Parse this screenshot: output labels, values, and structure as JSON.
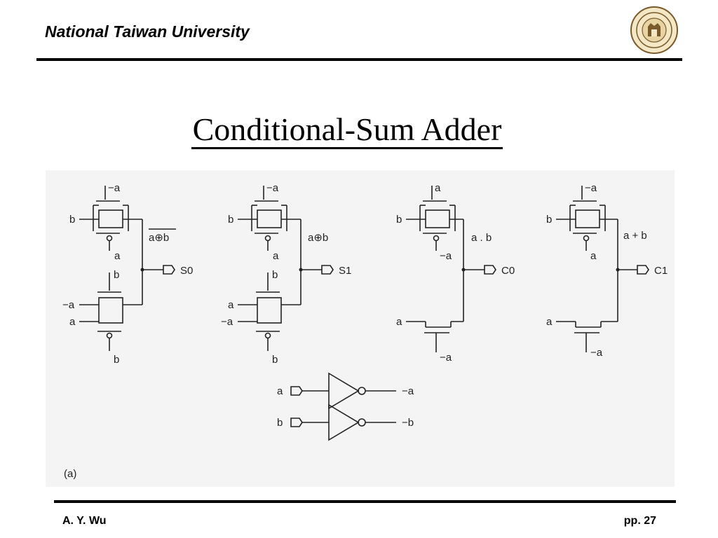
{
  "header": {
    "institution": "National Taiwan University"
  },
  "title": "Conditional-Sum Adder",
  "figure": {
    "panel_label": "(a)",
    "circuits": [
      {
        "top_gate": "−a",
        "left_in": "b",
        "bottom_gate": "a",
        "mid_gate": "b",
        "in1": "−a",
        "in2": "a",
        "bot": "b",
        "expr": "a⊕b",
        "output": "S0",
        "expr_overline": true
      },
      {
        "top_gate": "−a",
        "left_in": "b",
        "bottom_gate": "a",
        "mid_gate": "b",
        "in1": "a",
        "in2": "−a",
        "bot": "b",
        "expr": "a⊕b",
        "output": "S1",
        "expr_overline": false
      },
      {
        "top_gate": "a",
        "left_in": "b",
        "bottom_gate": "−a",
        "in2": "a",
        "bot": "−a",
        "expr": "a . b",
        "output": "C0"
      },
      {
        "top_gate": "−a",
        "left_in": "b",
        "bottom_gate": "a",
        "in2": "a",
        "bot": "−a",
        "expr": "a + b",
        "output": "C1"
      }
    ],
    "inverters": [
      {
        "input": "a",
        "output": "−a"
      },
      {
        "input": "b",
        "output": "−b"
      }
    ]
  },
  "footer": {
    "author": "A. Y. Wu",
    "page": "pp. 27"
  },
  "colors": {
    "text": "#000000",
    "figure_bg": "#f4f4f4",
    "seal": "#7a5a2a"
  }
}
